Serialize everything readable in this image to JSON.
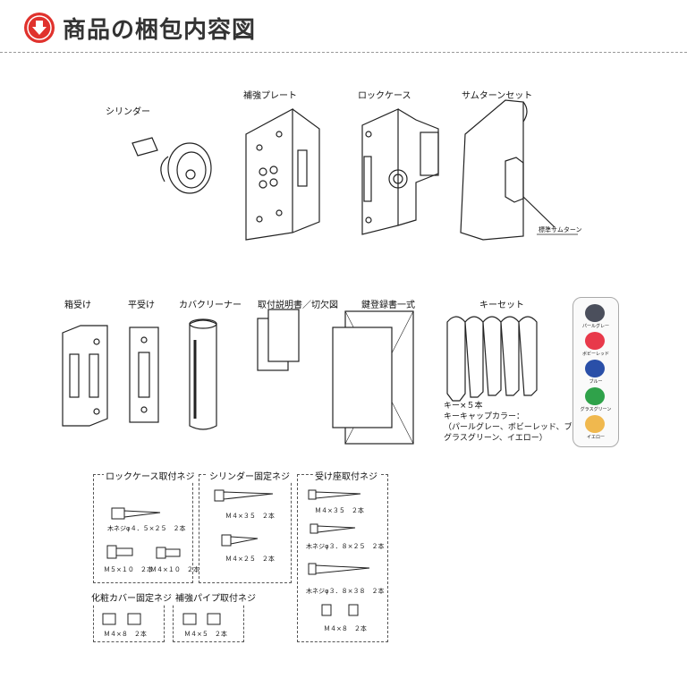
{
  "header": {
    "title": "商品の梱包内容図",
    "accent": "#e0322d"
  },
  "items": {
    "cylinder": "シリンダー",
    "plate": "補強プレート",
    "lockcase": "ロックケース",
    "thumbturn": "サムターンセット",
    "thumbturn_note": "標準サムターン",
    "hakouke": "箱受け",
    "hirauke": "平受け",
    "cover": "カバクリーナー",
    "manual": "取付説明書／切欠図",
    "keyregister": "鍵登録書一式",
    "keyset": "キーセット",
    "key_count": "キー×５本",
    "keycap_title": "キーキャップカラー：",
    "keycap_line1": "（パールグレー、ボビーレッド、ブルー",
    "keycap_line2": "グラスグリーン、イエロー）"
  },
  "palette": [
    {
      "name": "パールグレー",
      "color": "#4b4f5c"
    },
    {
      "name": "ボビーレッド",
      "color": "#e8394a"
    },
    {
      "name": "ブルー",
      "color": "#2a4fa8"
    },
    {
      "name": "グラスグリーン",
      "color": "#2fa24a"
    },
    {
      "name": "イエロー",
      "color": "#f0b84e"
    }
  ],
  "screws": {
    "lockcase_title": "ロックケース取付ネジ",
    "lockcase_a": "木ネジφ４．５×２５　２本",
    "lockcase_b": "Ｍ５×１０　２本",
    "lockcase_c": "Ｍ４×１０　２本",
    "cylinder_title": "シリンダー固定ネジ",
    "cylinder_a": "Ｍ４×３５　２本",
    "cylinder_b": "Ｍ４×２５　２本",
    "uke_title": "受け座取付ネジ",
    "uke_a": "Ｍ４×３５　２本",
    "uke_b": "木ネジφ３．８×２５　２本",
    "uke_c": "木ネジφ３．８×３８　２本",
    "uke_d": "Ｍ４×８　２本",
    "cover_title": "化粧カバー固定ネジ",
    "cover_a": "Ｍ４×８　２本",
    "pipe_title": "補強パイプ取付ネジ",
    "pipe_a": "Ｍ４×５　２本"
  },
  "icons": [
    "arrow-down-icon"
  ]
}
